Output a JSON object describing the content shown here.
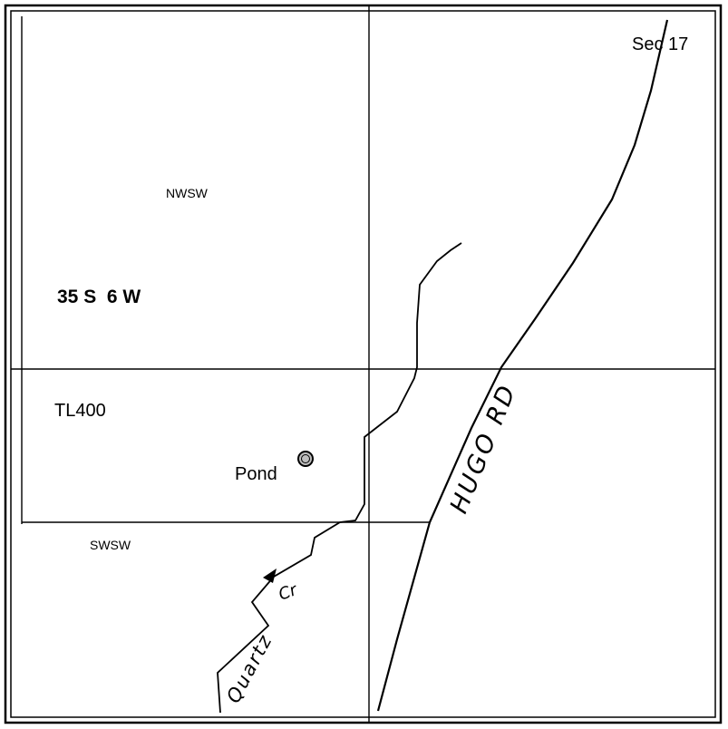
{
  "labels": {
    "section": "Sec 17",
    "quarter_nw": "NWSW",
    "township_range": "35 S  6 W",
    "tax_lot": "TL400",
    "pond": "Pond",
    "quarter_sw": "SWSW",
    "road": "HUGO RD",
    "creek_name": "Quartz",
    "creek_suffix": "Cr"
  },
  "colors": {
    "ink": "#000000",
    "pond_fill": "#bdbdbd",
    "background": "#ffffff"
  },
  "icons": {
    "pond": "pond-circle-icon",
    "flow": "flow-direction-arrow-icon"
  }
}
